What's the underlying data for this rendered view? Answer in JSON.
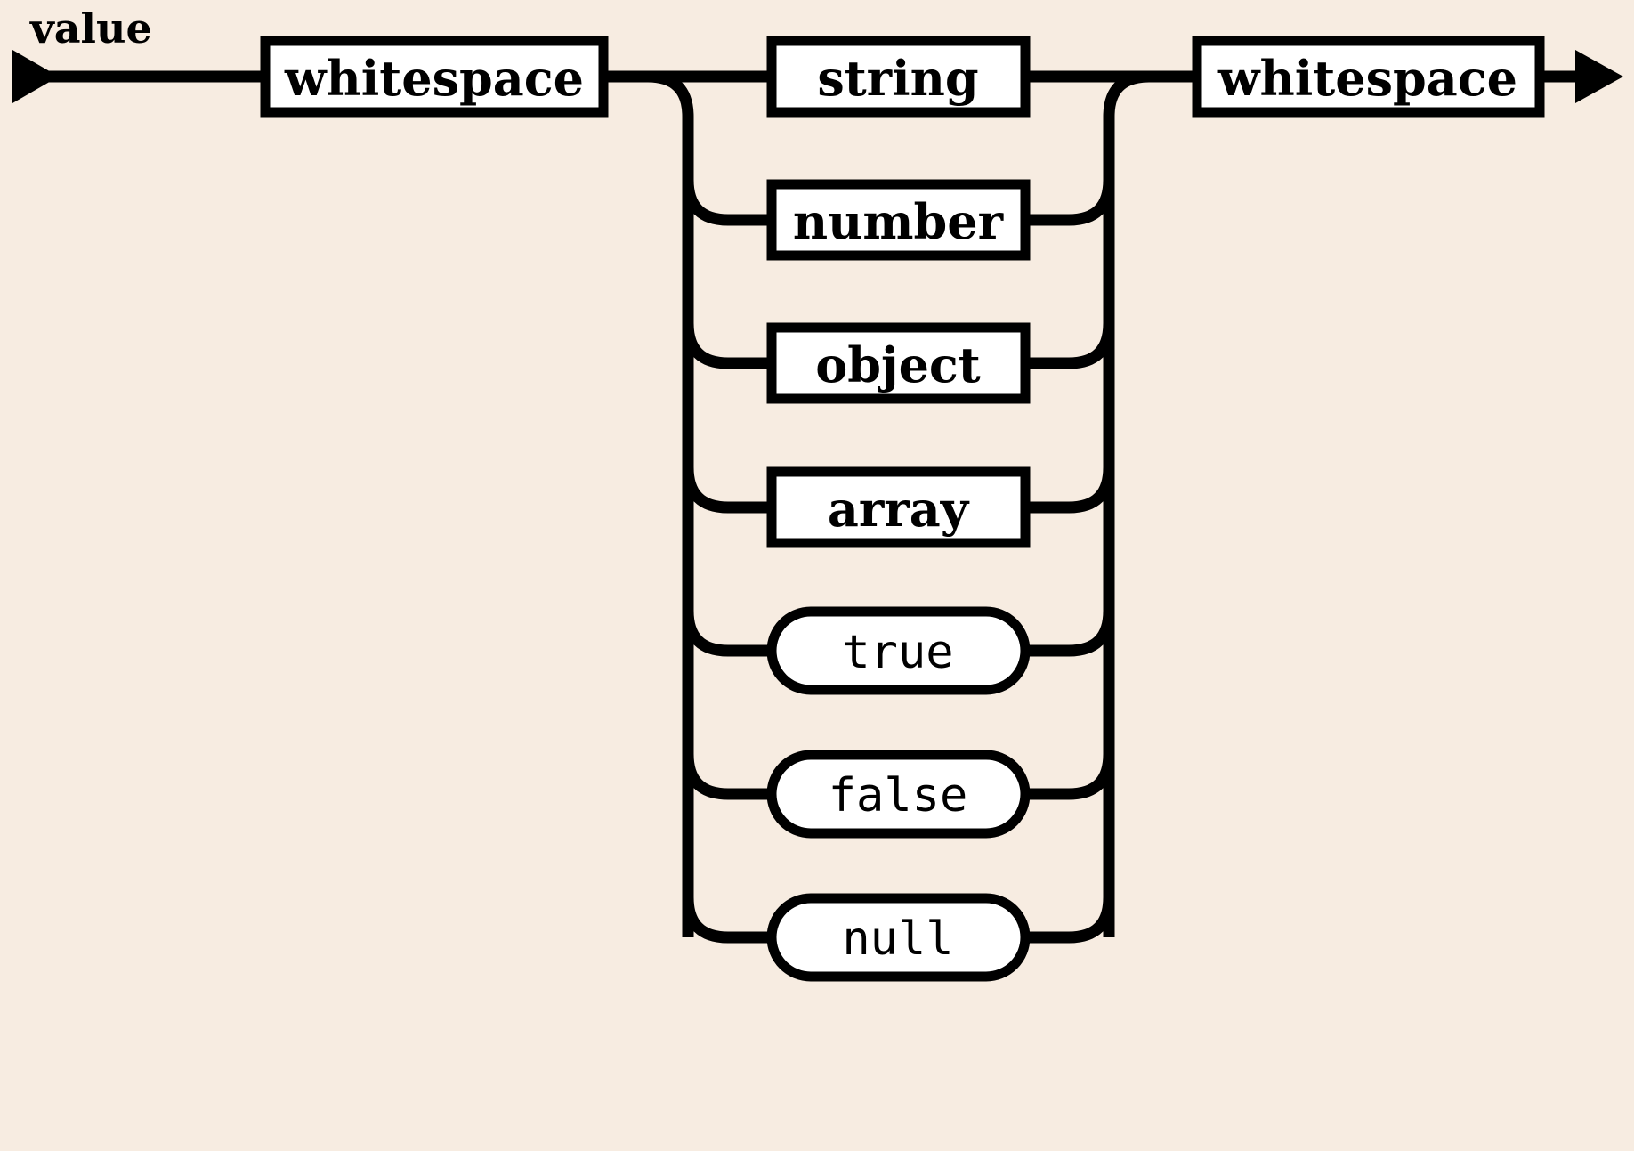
{
  "diagram": {
    "title": "value",
    "kind": "railroad-syntax-diagram",
    "background_color": "#f7ece1",
    "line_color": "#000000",
    "node_fill_color": "#ffffff",
    "entry_marker": "arrow-head-right",
    "exit_marker": "arrow-head-right",
    "sequence": [
      {
        "label": "whitespace",
        "shape": "rect",
        "kind": "nonterminal"
      },
      {
        "label": "choice-group",
        "shape": "branch",
        "kind": "alternation"
      },
      {
        "label": "whitespace",
        "shape": "rect",
        "kind": "nonterminal"
      }
    ],
    "nodes": {
      "prefix_whitespace": {
        "label": "whitespace",
        "shape": "rect",
        "kind": "nonterminal"
      },
      "suffix_whitespace": {
        "label": "whitespace",
        "shape": "rect",
        "kind": "nonterminal"
      }
    },
    "alternatives": [
      {
        "label": "string",
        "shape": "rect",
        "kind": "nonterminal"
      },
      {
        "label": "number",
        "shape": "rect",
        "kind": "nonterminal"
      },
      {
        "label": "object",
        "shape": "rect",
        "kind": "nonterminal"
      },
      {
        "label": "array",
        "shape": "rect",
        "kind": "nonterminal"
      },
      {
        "label": "true",
        "shape": "pill",
        "kind": "terminal"
      },
      {
        "label": "false",
        "shape": "pill",
        "kind": "terminal"
      },
      {
        "label": "null",
        "shape": "pill",
        "kind": "terminal"
      }
    ]
  }
}
